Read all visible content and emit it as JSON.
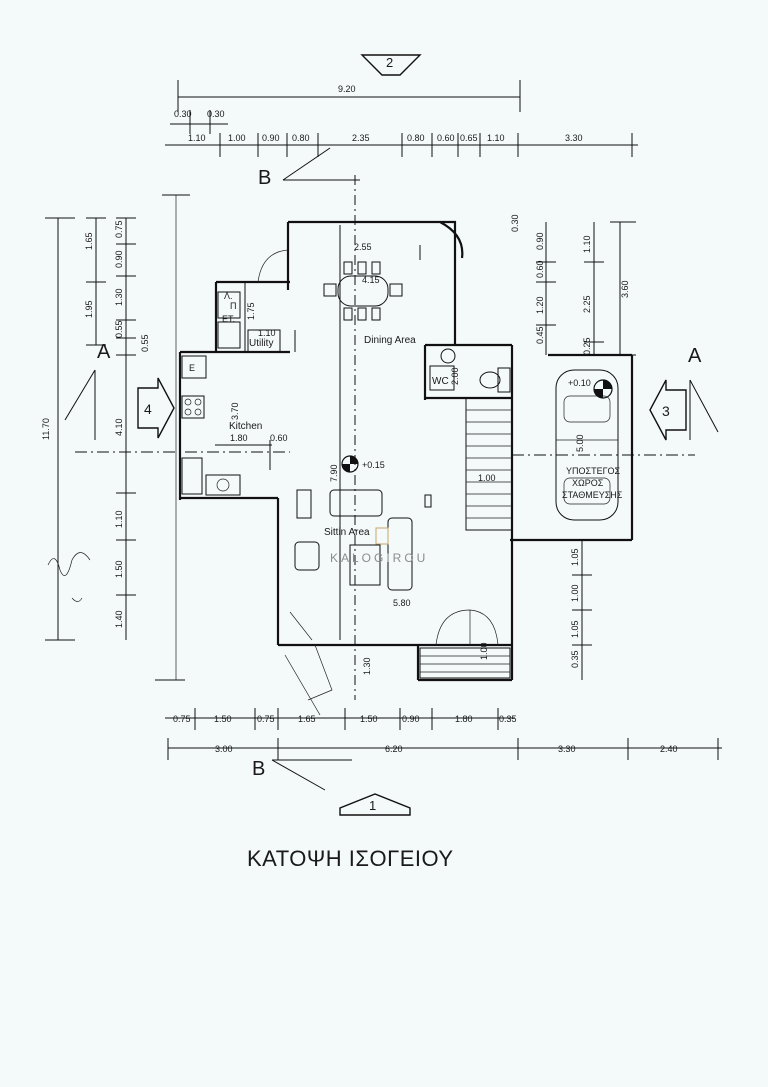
{
  "title": "ΚΑΤΟΨΗ ΙΣΟΓΕΙΟΥ",
  "watermark": "KALOGIROU",
  "rooms": {
    "dining": "Dining Area",
    "kitchen": "Kitchen",
    "utility": "Utility",
    "sitting": "Sittin Area",
    "wc": "WC",
    "parking_1": "ΥΠΟΣΤΕΓΟΣ",
    "parking_2": "ΧΩΡΟΣ",
    "parking_3": "ΣΤΑΘΜΕΥΣΗΣ"
  },
  "levels": {
    "main": "+0.15",
    "garage": "+0.10"
  },
  "view_markers": [
    "1",
    "2",
    "3",
    "4"
  ],
  "sections": {
    "a": "A",
    "b": "B"
  },
  "small_labels": {
    "lp": "Λ.",
    "p": "Π",
    "et": "ΕΤ.",
    "e": "Ε"
  },
  "dimensions": {
    "top_total": "9.20",
    "top_small": [
      "0.30",
      "0.30"
    ],
    "top_row": [
      "1.10",
      "1.00",
      "0.90",
      "0.80",
      "2.35",
      "0.80",
      "0.60",
      "0.65",
      "1.10",
      "3.30"
    ],
    "bottom_row1": [
      "0.75",
      "1.50",
      "0.75",
      "1.65",
      "1.50",
      "0.90",
      "1.80",
      "0.35"
    ],
    "bottom_row2": [
      "3.00",
      "6.20",
      "3.30",
      "2.40"
    ],
    "left_total": "11.70",
    "left_upper": [
      "0.75",
      "0.90",
      "1.30",
      "0.55",
      "0.55"
    ],
    "left_mid": [
      "1.65",
      "1.95"
    ],
    "left_lower": [
      "4.10",
      "1.10",
      "1.50",
      "1.40"
    ],
    "right_outer": [
      "0.30",
      "1.10",
      "2.25",
      "0.25"
    ],
    "right_outer_total": "3.60",
    "right_inner": [
      "0.90",
      "0.60",
      "1.20",
      "0.45"
    ],
    "right_lower": [
      "1.05",
      "1.00",
      "1.05",
      "0.35"
    ],
    "interior": {
      "dining_w": "4.15",
      "dining_h": "2.55",
      "utility_w": "1.10",
      "utility_h": "1.75",
      "kitchen_h": "3.70",
      "kitchen_w": "1.80",
      "kitchen_w2": "0.60",
      "stair": "1.00",
      "living_h": "7.90",
      "living_w": "5.80",
      "entry": "1.30",
      "entry_w": "1.00",
      "garage": "5.00",
      "wc_w": "2.00"
    }
  }
}
